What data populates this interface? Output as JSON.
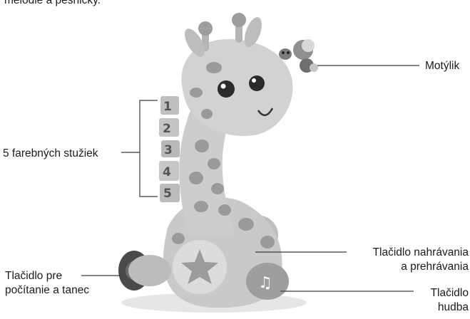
{
  "intro_text": "melódie a pesničky.",
  "labels": {
    "butterfly": "Motýlik",
    "ribbons": "5 farebných stužiek",
    "record_button": [
      "Tlačidlo nahrávania",
      "a prehrávania"
    ],
    "count_button": [
      "Tlačidlo pre",
      "počítanie a tanec"
    ],
    "music_button": [
      "Tlačidlo",
      "hudba"
    ]
  },
  "ribbon_numbers": [
    "1",
    "2",
    "3",
    "4",
    "5"
  ],
  "colors": {
    "text": "#1b1b1b",
    "line": "#3a3a3a",
    "toy_light": "#cfcfcf",
    "toy_mid": "#a9a9a9",
    "toy_spot": "#8a8a8a"
  }
}
